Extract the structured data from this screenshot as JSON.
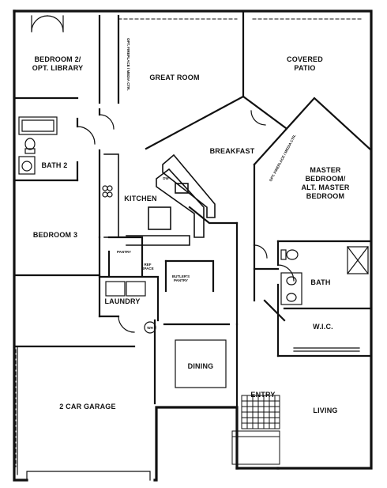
{
  "rooms": {
    "bedroom2": "BEDROOM 2/\nOPT. LIBRARY",
    "great_room": "GREAT ROOM",
    "covered_patio": "COVERED\nPATIO",
    "breakfast": "BREAKFAST",
    "bath2": "BATH 2",
    "kitchen": "KITCHEN",
    "master_bedroom": "MASTER\nBEDROOM/\nALT. MASTER\nBEDROOM",
    "bedroom3": "BEDROOM 3",
    "pantry": "PANTRY",
    "ref_space": "REF\nSPACE",
    "butlers_pantry": "BUTLER'S\nPANTRY",
    "laundry": "LAUNDRY",
    "bath": "BATH",
    "wic": "W.I.C.",
    "dining": "DINING",
    "garage": "2 CAR GARAGE",
    "entry": "ENTRY",
    "living": "LIVING"
  },
  "annotations": {
    "fireplace_great_room": "OPT. FIREPLACE / MEDIA CTR.",
    "fireplace_master": "OPT. FIREPLACE / MEDIA CTR.",
    "dishwasher": "DW",
    "water_heater": "WH"
  }
}
